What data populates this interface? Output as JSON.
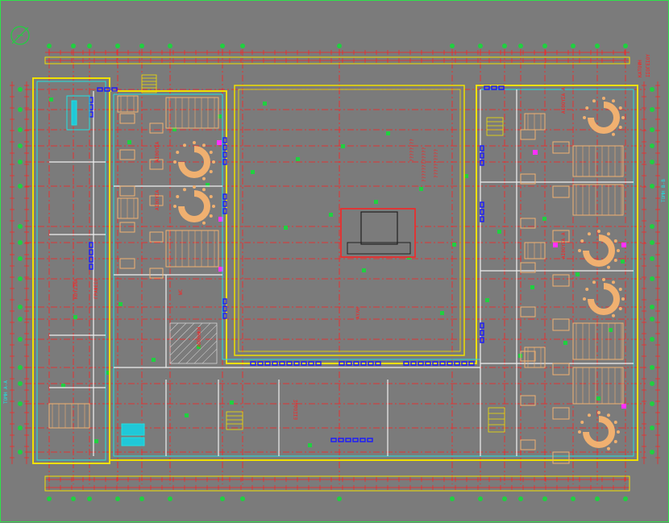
{
  "drawing": {
    "colors": {
      "background": "#7b7b7b",
      "border": "#2ee24a",
      "grid_red": "#ff2020",
      "wall_yellow": "#f0e000",
      "wall_cyan": "#20e0e0",
      "window_blue": "#1a1aff",
      "furniture": "#f0b070",
      "green": "#20d040",
      "dark": "#202020"
    },
    "top_right_labels": [
      "ΚΑΤΟΨΗ",
      "ΙΣΟΓΕΙΟΥ"
    ],
    "left_labels": [
      "ΤΟΜΗ Α-Α"
    ],
    "right_labels": [
      "ΤΟΜΗ Β-Β"
    ],
    "room_labels": [
      "ΑΙΘΟΥΣΑ",
      "ΑΙΘΟΥΣΑ",
      "ΑΙΘΟΥΣΑ Α",
      "ΑΙΘΟΥΣΑ Α",
      "ΓΡΑΦΕΙΟ",
      "WC",
      "ΑΠΟΘΗΚΗ",
      "ΚΟΥΖΙΝΑ",
      "ΕΙΣΟΔΟΣ",
      "ΑΥΛΗ"
    ],
    "court_text": [
      "????????",
      "????????????",
      "??????????"
    ]
  }
}
